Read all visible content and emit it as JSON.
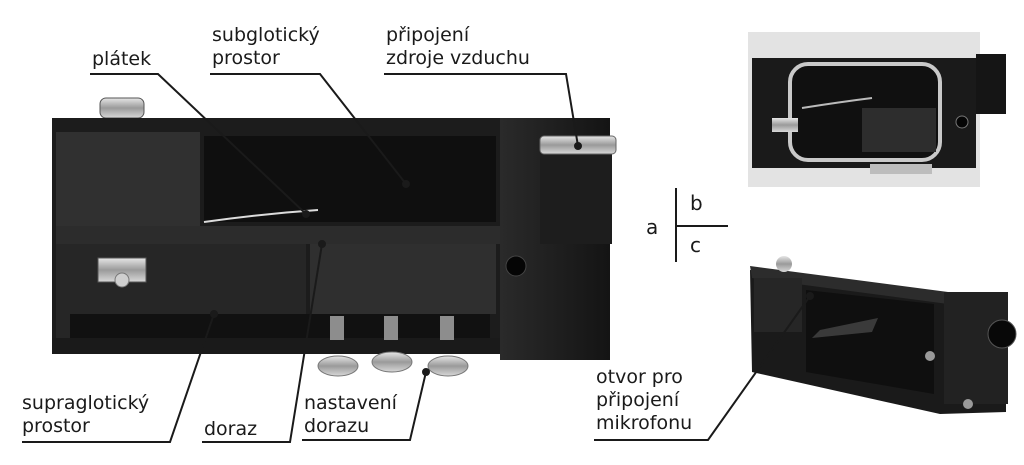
{
  "labels": {
    "platek": "plátek",
    "subglot_1": "subglotický",
    "subglot_2": "prostor",
    "pripoj_1": "připojení",
    "pripoj_2": "zdroje vzduchu",
    "supra_1": "supraglotický",
    "supra_2": "prostor",
    "doraz": "doraz",
    "nast_1": "nastavení",
    "nast_2": "dorazu",
    "otvor_1": "otvor pro",
    "otvor_2": "připojení",
    "otvor_3": "mikrofonu"
  },
  "panel_key": {
    "a": "a",
    "b": "b",
    "c": "c"
  }
}
